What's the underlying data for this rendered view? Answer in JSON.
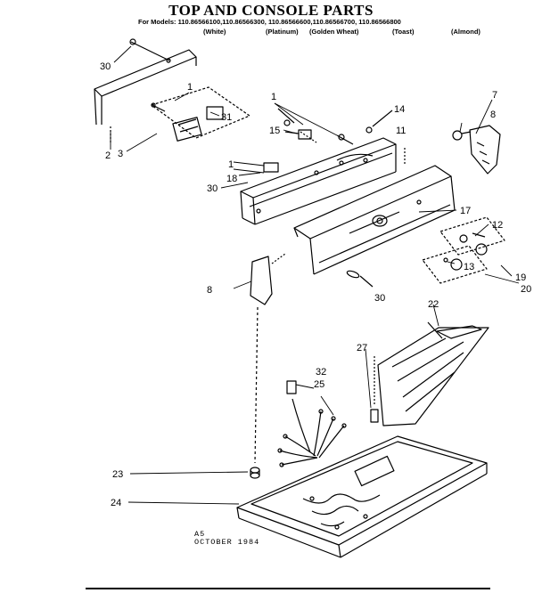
{
  "header": {
    "title": "TOP AND CONSOLE PARTS",
    "models_line": "For Models: 110.86566100,110.86566300, 110.86566600,110.86566700, 110.86566800",
    "colors": [
      "(White)",
      "(Platinum)",
      "(Golden Wheat)",
      "(Toast)",
      "(Almond)"
    ]
  },
  "callouts": [
    "30",
    "1",
    "31",
    "2",
    "3",
    "1",
    "15",
    "14",
    "11",
    "7",
    "8",
    "1",
    "18",
    "30",
    "17",
    "12",
    "13",
    "19",
    "20",
    "8",
    "30",
    "22",
    "27",
    "32",
    "25",
    "23",
    "24"
  ],
  "footer": {
    "code": "A5",
    "date": "OCTOBER 1984"
  }
}
